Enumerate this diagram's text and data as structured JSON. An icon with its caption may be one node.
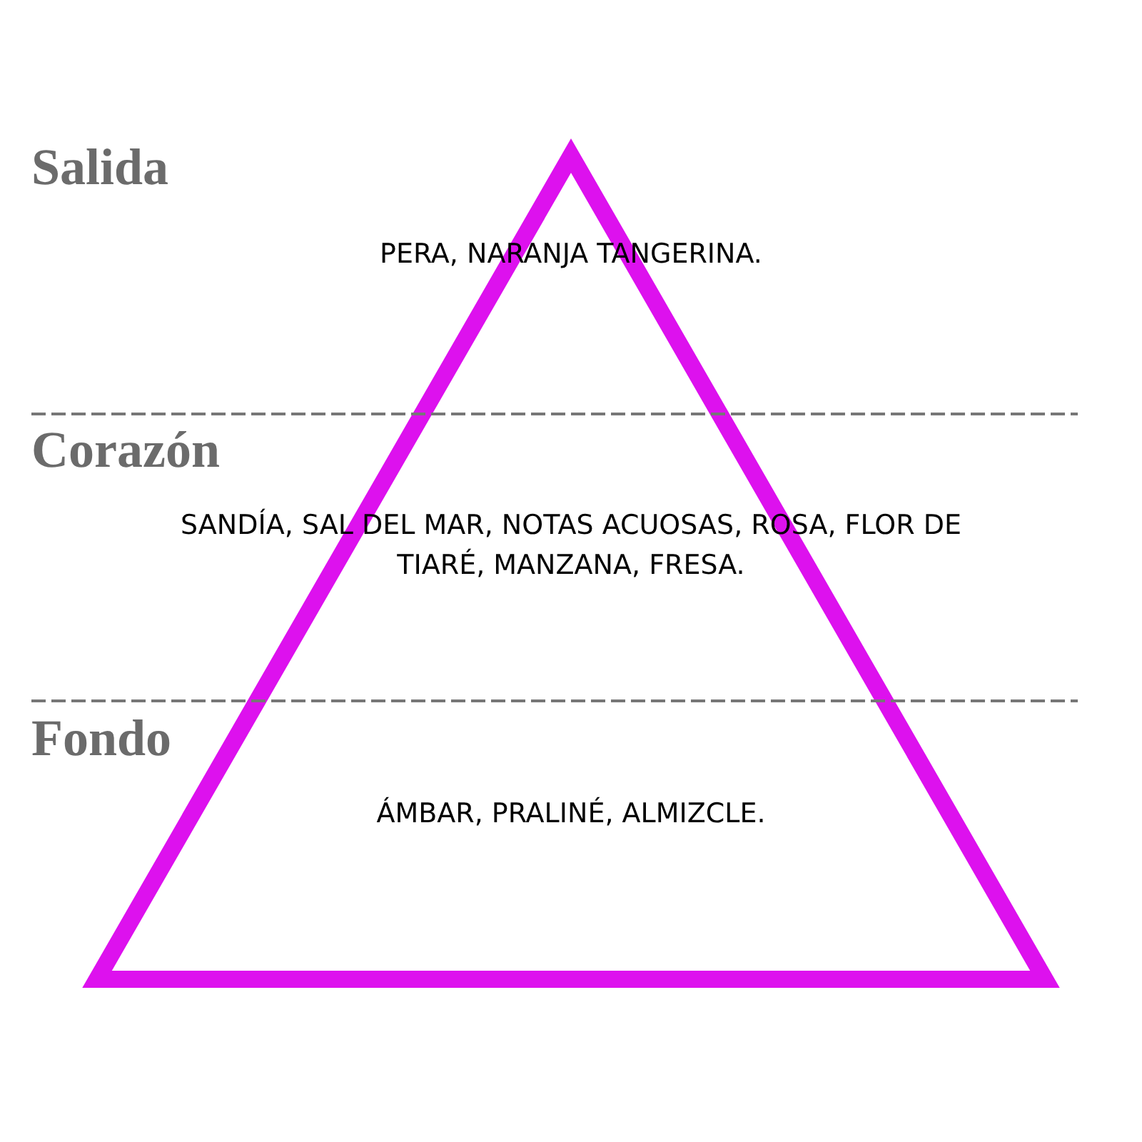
{
  "diagram": {
    "labels": [
      "Salida",
      "PERA, NARANJA TANGERINA.",
      "Corazón",
      "SANDÍA, SAL DEL MAR, NOTAS ACUOSAS, ROSA, FLOR DE TIARÉ, MANZANA, FRESA.",
      "Fondo",
      "ÁMBAR, PRALINÉ, ALMIZCLE."
    ]
  }
}
